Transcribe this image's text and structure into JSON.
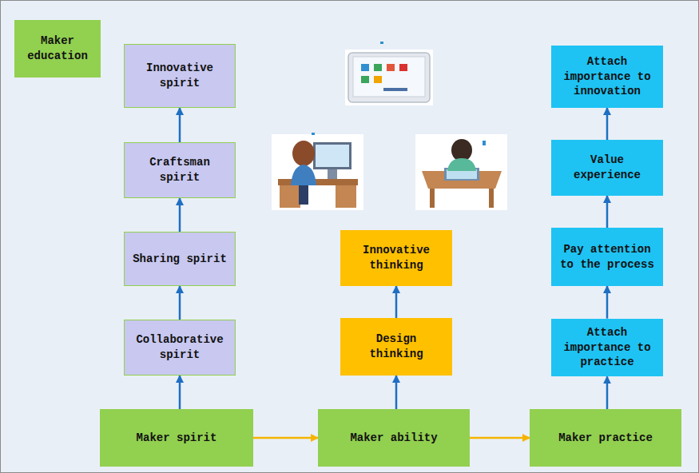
{
  "diagram": {
    "nodes": [
      {
        "text": [
          "Maker education"
        ]
      },
      {
        "text": [
          "Innovative spirit"
        ]
      },
      {
        "text": [
          "Craftsman spirit"
        ]
      },
      {
        "text": [
          "Sharing spirit"
        ]
      },
      {
        "text": [
          "Collaborative spirit"
        ]
      },
      {
        "text": [
          "Maker spirit"
        ]
      },
      {
        "text": [
          "Innovative thinking"
        ]
      },
      {
        "text": [
          "Design thinking"
        ]
      },
      {
        "text": [
          "Maker ability"
        ]
      },
      {
        "text": [
          "Attach importance to innovation"
        ]
      },
      {
        "text": [
          "Value experience"
        ]
      },
      {
        "text": [
          "Pay attention to the process"
        ]
      },
      {
        "text": [
          "Attach importance to practice"
        ]
      },
      {
        "text": [
          "Maker practice"
        ]
      }
    ],
    "edges": [
      {
        "from": 5,
        "to": 4,
        "arrow": "to"
      },
      {
        "from": 4,
        "to": 3,
        "arrow": "to"
      },
      {
        "from": 3,
        "to": 2,
        "arrow": "to"
      },
      {
        "from": 2,
        "to": 1,
        "arrow": "to"
      },
      {
        "from": 8,
        "to": 7,
        "arrow": "to"
      },
      {
        "from": 7,
        "to": 6,
        "arrow": "to"
      },
      {
        "from": 13,
        "to": 12,
        "arrow": "to"
      },
      {
        "from": 12,
        "to": 11,
        "arrow": "to"
      },
      {
        "from": 11,
        "to": 10,
        "arrow": "to"
      },
      {
        "from": 10,
        "to": 9,
        "arrow": "to"
      },
      {
        "from": 5,
        "to": 8,
        "arrow": "to"
      },
      {
        "from": 8,
        "to": 13,
        "arrow": "to"
      }
    ]
  }
}
